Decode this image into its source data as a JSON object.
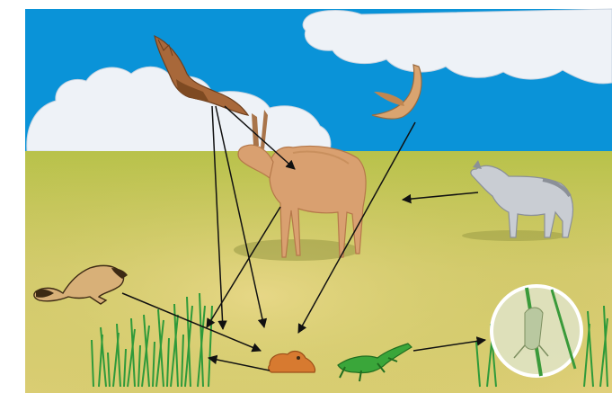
{
  "diagram": {
    "type": "food-web-illustration",
    "organisms": [
      {
        "id": "eagle",
        "icon": "eagle-icon"
      },
      {
        "id": "falcon",
        "icon": "falcon-icon"
      },
      {
        "id": "antelope",
        "icon": "saiga-antelope-icon"
      },
      {
        "id": "wolf",
        "icon": "wolf-icon"
      },
      {
        "id": "ferret",
        "icon": "ferret-icon"
      },
      {
        "id": "gopher",
        "icon": "gopher-icon"
      },
      {
        "id": "lizard",
        "icon": "lizard-icon"
      },
      {
        "id": "grass-left",
        "icon": "grass-icon"
      },
      {
        "id": "grass-right",
        "icon": "grass-icon"
      },
      {
        "id": "grasshopper",
        "icon": "grasshopper-icon"
      }
    ],
    "arrows": [
      {
        "from": "eagle",
        "to": "antelope"
      },
      {
        "from": "eagle",
        "to": "gopher"
      },
      {
        "from": "falcon",
        "to": "gopher"
      },
      {
        "from": "wolf",
        "to": "antelope"
      },
      {
        "from": "antelope",
        "to": "grass-left"
      },
      {
        "from": "eagle",
        "to": "grass-left"
      },
      {
        "from": "ferret",
        "to": "gopher"
      },
      {
        "from": "gopher",
        "to": "grass-left"
      },
      {
        "from": "lizard",
        "to": "grasshopper"
      }
    ],
    "colors": {
      "sky": "#0a93d8",
      "cloud": "#eef2f7",
      "grass_field": "#d4c86a",
      "arrow": "#111111"
    }
  }
}
